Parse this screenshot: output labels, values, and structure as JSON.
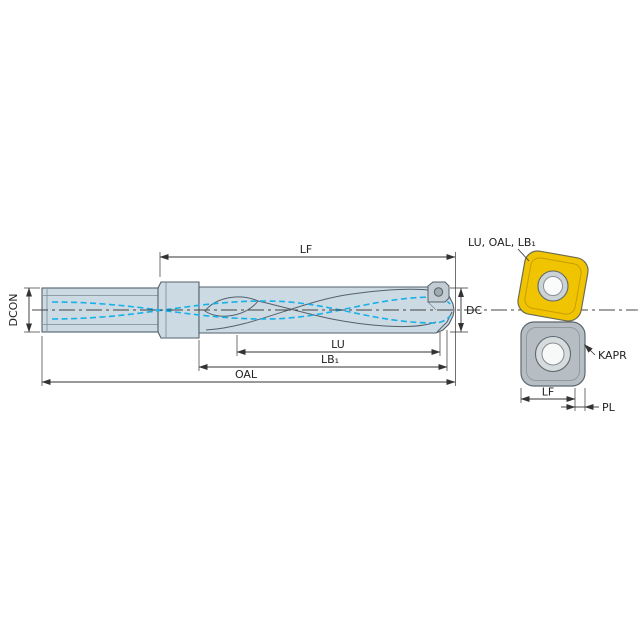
{
  "diagram": {
    "dimension_labels": {
      "lf": "LF",
      "dcon": "DCON",
      "dc": "DC",
      "lu": "LU",
      "lb1": "LB₁",
      "oal": "OAL",
      "insert_callout": "LU, OAL, LB₁",
      "kapr": "KAPR",
      "insert_lf": "LF",
      "pl": "PL"
    },
    "colors": {
      "tool_body": "#ccdae3",
      "tool_outline": "#52616b",
      "coolant_channel": "#18b0e8",
      "insert_front_fill": "#f0c400",
      "insert_side_fill": "#b7bec3",
      "dimension_lines": "#333333",
      "background": "#ffffff"
    }
  }
}
